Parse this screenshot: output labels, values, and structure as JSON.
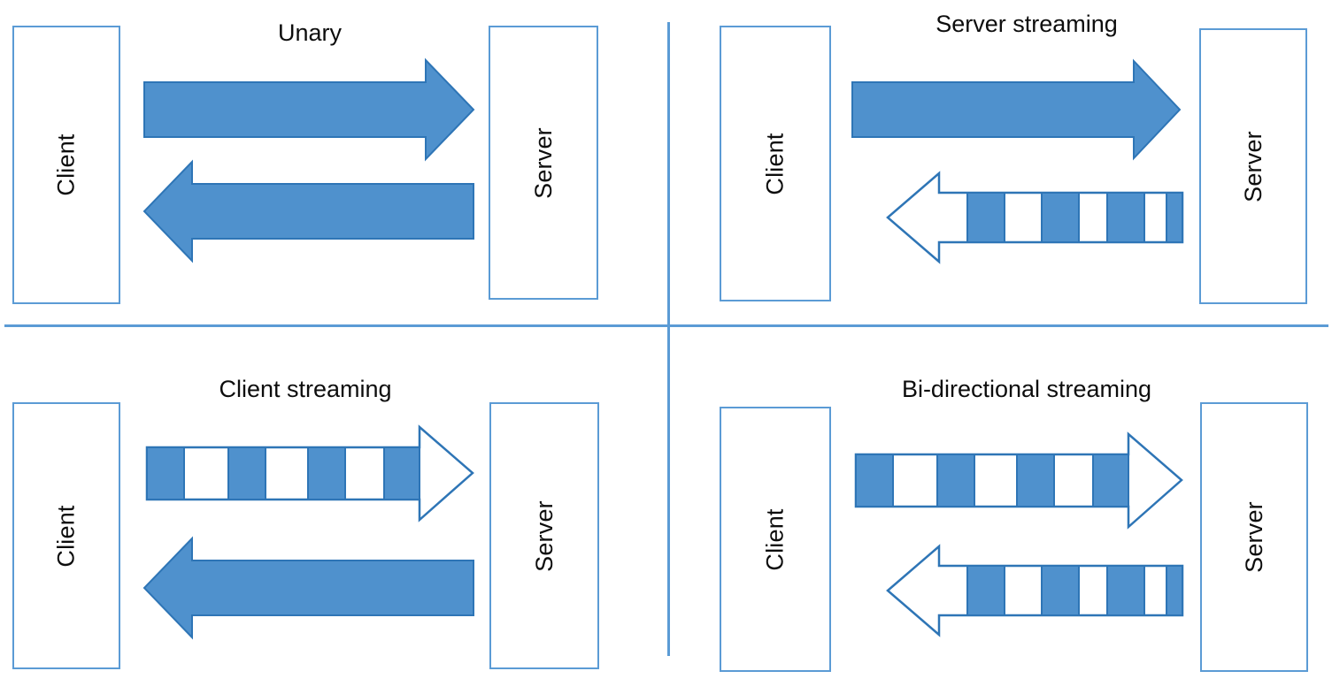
{
  "figure": {
    "title_visible": false,
    "background": "#ffffff",
    "accent_blue": "#4F91CD",
    "outline_blue": "#2E75B6",
    "divider_blue": "#5B9BD5",
    "text_color": "#0d0d0d"
  },
  "dividers": {
    "horizontal_label": "horizontal-divider",
    "vertical_label": "vertical-divider"
  },
  "quadrants": [
    {
      "id": "unary",
      "title": "Unary",
      "left_box_label": "Client",
      "right_box_label": "Server",
      "arrows": [
        {
          "id": "request",
          "direction": "right",
          "style": "solid",
          "segments": 0
        },
        {
          "id": "response",
          "direction": "left",
          "style": "solid",
          "segments": 0
        }
      ]
    },
    {
      "id": "server-streaming",
      "title": "Server streaming",
      "left_box_label": "Client",
      "right_box_label": "Server",
      "arrows": [
        {
          "id": "request",
          "direction": "right",
          "style": "solid",
          "segments": 0
        },
        {
          "id": "response-stream",
          "direction": "left",
          "style": "striped",
          "segments": 4
        }
      ]
    },
    {
      "id": "client-streaming",
      "title": "Client streaming",
      "left_box_label": "Client",
      "right_box_label": "Server",
      "arrows": [
        {
          "id": "request-stream",
          "direction": "right",
          "style": "striped",
          "segments": 4
        },
        {
          "id": "response",
          "direction": "left",
          "style": "solid",
          "segments": 0
        }
      ]
    },
    {
      "id": "bidirectional-streaming",
      "title": "Bi-directional streaming",
      "left_box_label": "Client",
      "right_box_label": "Server",
      "arrows": [
        {
          "id": "request-stream",
          "direction": "right",
          "style": "striped",
          "segments": 4
        },
        {
          "id": "response-stream",
          "direction": "left",
          "style": "striped",
          "segments": 4
        }
      ]
    }
  ]
}
